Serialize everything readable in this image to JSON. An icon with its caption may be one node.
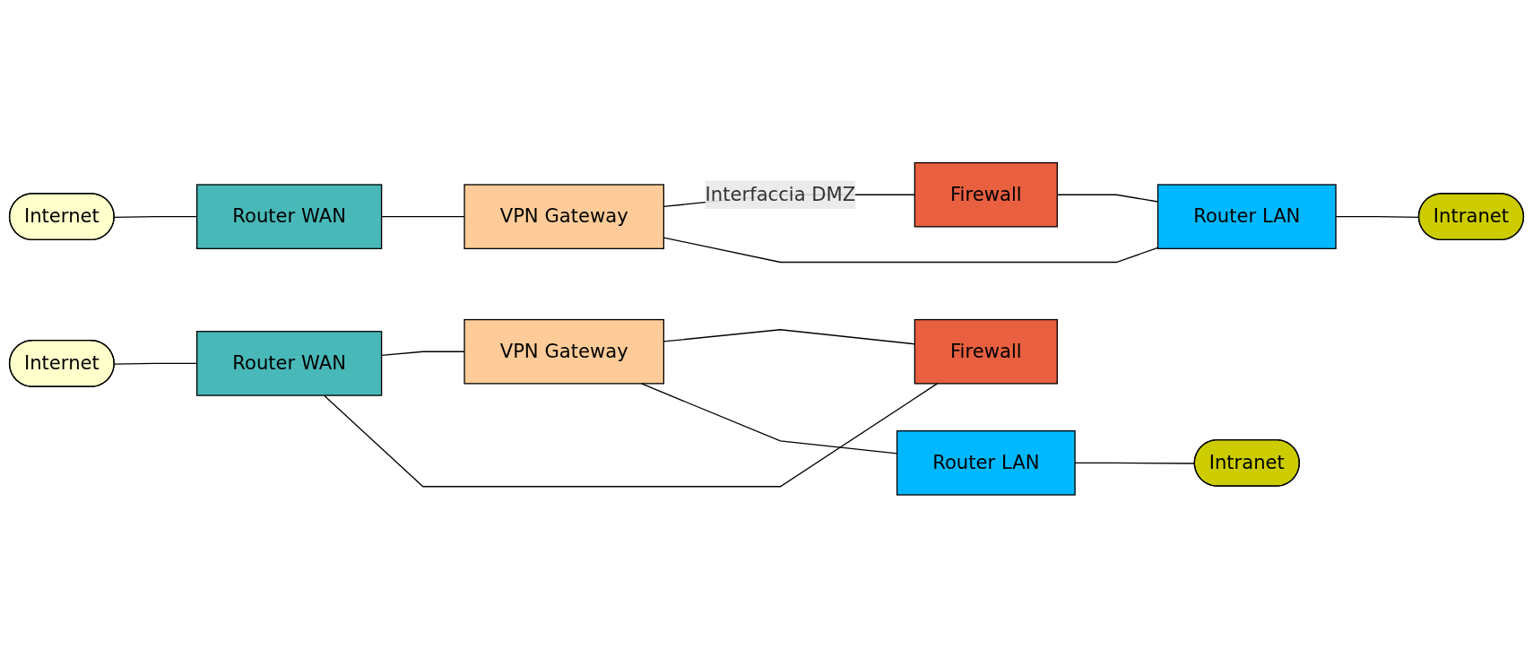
{
  "diagram": {
    "nodes": [
      {
        "text": [
          "Internet"
        ]
      },
      {
        "text": [
          "Router WAN"
        ]
      },
      {
        "text": [
          "VPN Gateway"
        ]
      },
      {
        "text": [
          "Firewall"
        ]
      },
      {
        "text": [
          "Router LAN"
        ]
      },
      {
        "text": [
          "Intranet"
        ]
      },
      {
        "text": [
          "Internet"
        ]
      },
      {
        "text": [
          "Router WAN"
        ]
      },
      {
        "text": [
          "VPN Gateway"
        ]
      },
      {
        "text": [
          "Firewall"
        ]
      },
      {
        "text": [
          "Router LAN"
        ]
      },
      {
        "text": [
          "Intranet"
        ]
      }
    ],
    "edges": [
      {
        "from": 0,
        "to": 1,
        "arrow": "none"
      },
      {
        "from": 1,
        "to": 2,
        "arrow": "none"
      },
      {
        "from": 2,
        "to": 3,
        "arrow": "none",
        "label": "Interfaccia DMZ"
      },
      {
        "from": 2,
        "to": 4,
        "arrow": "none"
      },
      {
        "from": 3,
        "to": 4,
        "arrow": "none"
      },
      {
        "from": 4,
        "to": 5,
        "arrow": "none"
      },
      {
        "from": 6,
        "to": 7,
        "arrow": "none"
      },
      {
        "from": 7,
        "to": 8,
        "arrow": "none"
      },
      {
        "from": 7,
        "to": 9,
        "arrow": "none"
      },
      {
        "from": 8,
        "to": 9,
        "arrow": "none"
      },
      {
        "from": 8,
        "to": 10,
        "arrow": "none"
      },
      {
        "from": 10,
        "to": 11,
        "arrow": "none"
      }
    ]
  }
}
